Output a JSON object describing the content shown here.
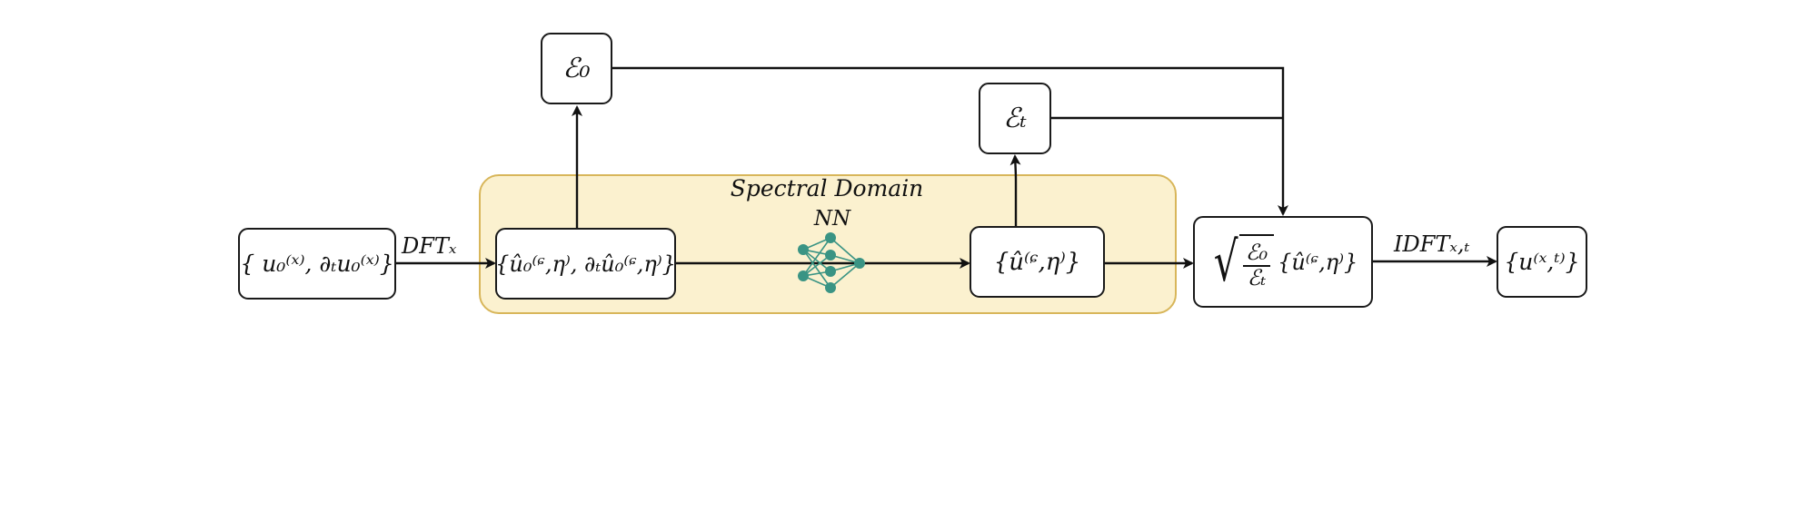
{
  "title": "Spectral Domain",
  "nn_label": "NN",
  "boxes": {
    "input": "{ u₀⁽ˣ⁾, ∂ₜu₀⁽ˣ⁾}",
    "spectral_init": "{û₀⁽ᶝ,η⁾, ∂ₜû₀⁽ᶝ,η⁾}",
    "energy_0": "ℰ₀",
    "energy_t": "ℰₜ",
    "spectral_out": "{û⁽ᶝ,η⁾}",
    "scaled_num": "ℰ₀",
    "scaled_den": "ℰₜ",
    "scaled_rest": "{û⁽ᶝ,η⁾}",
    "output": "{u⁽ˣ,ᵗ⁾}"
  },
  "edges": {
    "dft": "DFTₓ",
    "idft": "IDFTₓ,ₜ"
  },
  "colors": {
    "region_fill": "#fbf1cf",
    "region_border": "#d8b65a",
    "nn_node": "#3a9484"
  }
}
